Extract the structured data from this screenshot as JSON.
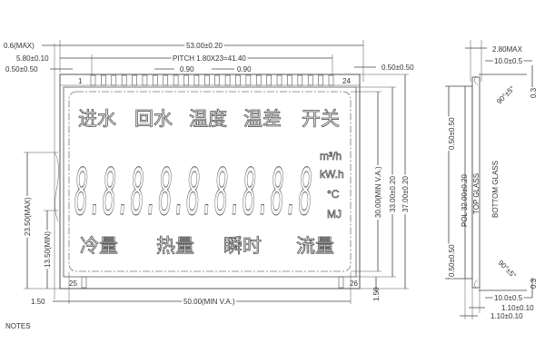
{
  "top_dims": {
    "max_06": "0.6(MAX)",
    "width_53": "53.00±0.20",
    "offset_580": "5.80±0.10",
    "pitch": "PITCH 1.80X23=41.40",
    "offset_050": "0.50±0.50",
    "pin_width_a": "0.90",
    "pin_width_b": "0.90",
    "right_050": "0.50±0.50"
  },
  "pins": {
    "first": "1",
    "last": "24",
    "bottom_left": "25",
    "bottom_right": "26",
    "count": 24
  },
  "segments": {
    "top_row": [
      "进水",
      "回水",
      "温度",
      "温差",
      "开关"
    ],
    "digits": "8.8.8.8.8.8.8.8.8",
    "units": [
      "m³/h",
      "kW.h",
      "°C",
      "MJ"
    ],
    "bottom_row": [
      "冷量",
      "热量",
      "瞬时",
      "流量"
    ]
  },
  "left_dims": {
    "max_2350": "23.50(MAX)",
    "min_1350": "13.50(MIN)",
    "left_150": "1.50"
  },
  "bottom_dims": {
    "va_50": "50.00(MIN V.A.)",
    "bottom_150": "1.50"
  },
  "right_dims": {
    "va_30": "30.00(MIN V.A.)",
    "h_33": "33.00±0.20",
    "h_37": "37.00±0.20"
  },
  "side_view": {
    "thickness": "2.80MAX",
    "top_pin": "10.0±0.5",
    "top_03": "0.3",
    "top_angle": "90°±5°",
    "top_050": "0.50±0.50",
    "pol": "POL 32.00±0.20",
    "top_glass": "TOP GLASS",
    "bottom_glass": "BOTTOM GLASS",
    "bottom_050": "0.50±0.50",
    "bottom_angle": "90°±5°",
    "bottom_pin": "10.0±0.5",
    "bottom_03": "0.3",
    "glass_110_a": "1.10±0.10",
    "glass_110_b": "1.10±0.10"
  },
  "notes_label": "NOTES"
}
